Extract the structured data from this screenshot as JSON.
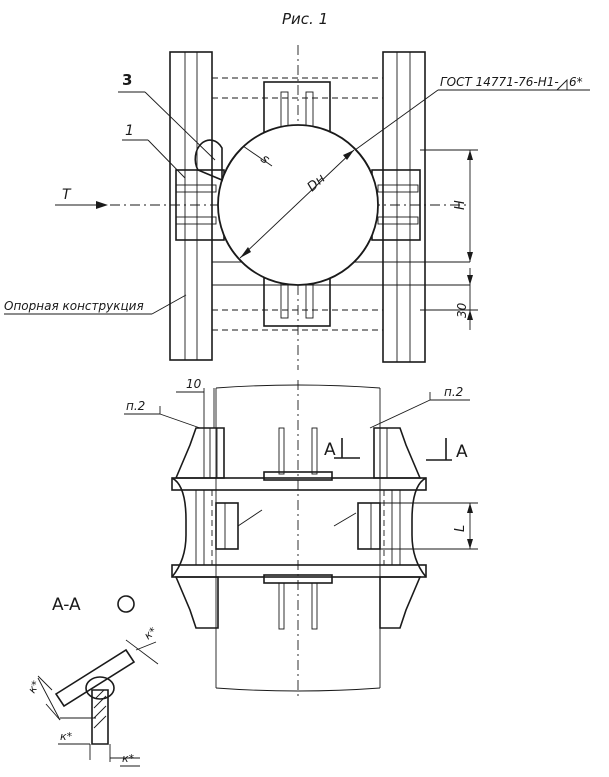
{
  "figure": {
    "title": "Рис. 1",
    "labels": {
      "part_3": "3",
      "part_1": "1",
      "standard": "ГОСТ 14771-76-Н1-",
      "weld_leg": "6*",
      "thickness": "s",
      "diameter": "Dн",
      "force": "T",
      "height": "H",
      "dim_30": "30",
      "support": "Опорная конструкция",
      "dim_10": "10",
      "ref_left": "п.2",
      "ref_right": "п.2",
      "section_left": "A",
      "section_right": "A",
      "length": "L",
      "section_view": "A-A",
      "weld_k1": "к*",
      "weld_k2": "к*",
      "weld_k3": "к*",
      "weld_k4": "к*"
    }
  }
}
